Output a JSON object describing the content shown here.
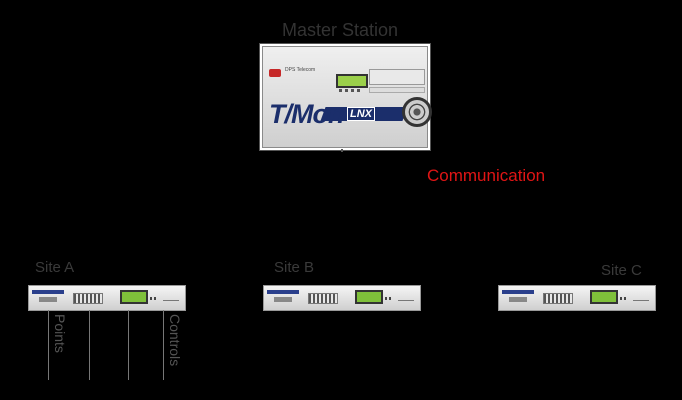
{
  "master": {
    "title": "Master Station",
    "product_name": "T/Mon",
    "product_suffix": "LNX",
    "vendor": "DPS Telecom"
  },
  "link_label": "Communication",
  "sites": [
    {
      "label": "Site A"
    },
    {
      "label": "Site B"
    },
    {
      "label": "Site C"
    }
  ],
  "site_a_callouts": {
    "points": "Points",
    "controls": "Controls"
  }
}
